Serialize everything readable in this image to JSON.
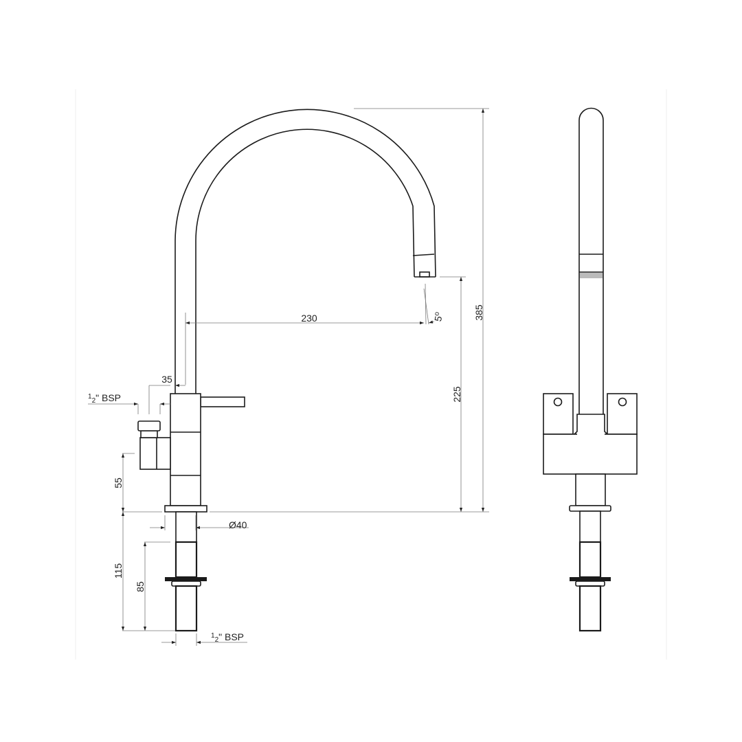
{
  "drawing": {
    "colors": {
      "line": "#1a1a1a",
      "dimension": "#777777",
      "background": "#ffffff"
    },
    "dimensions": {
      "overall_height": "385",
      "outlet_height": "225",
      "reach": "230",
      "spout_angle": "5°",
      "spout_angle_unit": "o",
      "spout_angle_value": "5",
      "lever_offset": "35",
      "side_inlet_height": "55",
      "base_diameter": "Ø40",
      "shank_length": "115",
      "thread_length": "85",
      "side_inlet_thread": {
        "fraction_num": "1",
        "fraction_den": "2",
        "text": "\" BSP"
      },
      "shank_thread": {
        "fraction_num": "1",
        "fraction_den": "2",
        "text": "\" BSP"
      }
    }
  }
}
